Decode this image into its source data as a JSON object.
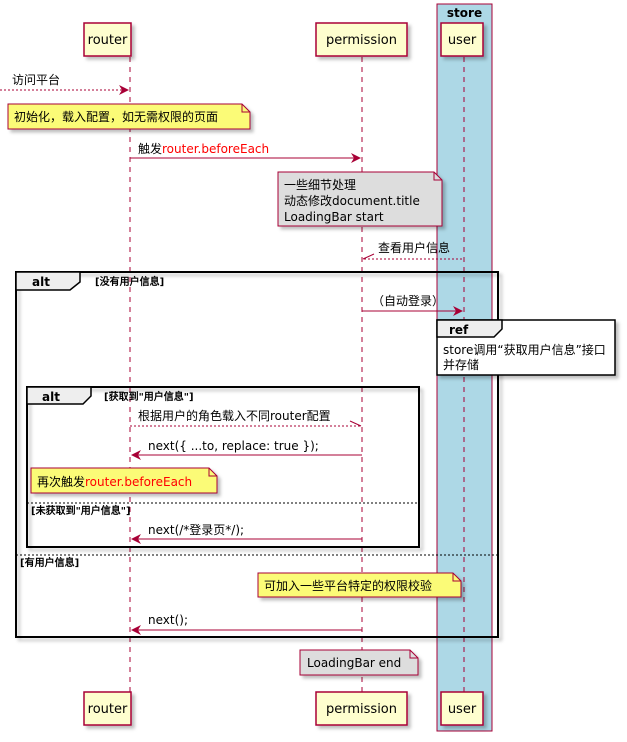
{
  "colors": {
    "lifeline": "#A80036",
    "participant_bg": "#FEFECE",
    "note_yellow": "#FBFB77",
    "note_grey": "#DDDDDD",
    "box_store": "#ADD8E6",
    "highlight": "#FF0000"
  },
  "box": {
    "title": "store"
  },
  "participants": {
    "router": "router",
    "permission": "permission",
    "user": "user"
  },
  "messages": {
    "visit": "访问平台",
    "trigger_prefix": "触发",
    "trigger_highlight": "router.beforeEach",
    "check_user": "查看用户信息",
    "auto_login": "（自动登录）",
    "load_config": "根据用户的角色载入不同router配置",
    "next_replace": "next({ ...to, replace: true });",
    "next_login": "next(/*登录页*/);",
    "next_plain": "next();"
  },
  "notes": {
    "init": "初始化，载入配置，如无需权限的页面",
    "details": [
      "一些细节处理",
      "动态修改document.title",
      "LoadingBar start"
    ],
    "retrigger_prefix": "再次触发",
    "retrigger_highlight": "router.beforeEach",
    "platform_check": "可加入一些平台特定的权限校验",
    "loading_end": "LoadingBar end"
  },
  "fragments": {
    "outer_label": "alt",
    "outer_guard1": "[没有用户信息]",
    "outer_guard2": "[有用户信息]",
    "inner_label": "alt",
    "inner_guard1": "[获取到\"用户信息\"]",
    "inner_guard2": "[未获取到\"用户信息\"]",
    "ref_label": "ref",
    "ref_text": [
      "store调用“获取用户信息”接口",
      "并存储"
    ]
  }
}
